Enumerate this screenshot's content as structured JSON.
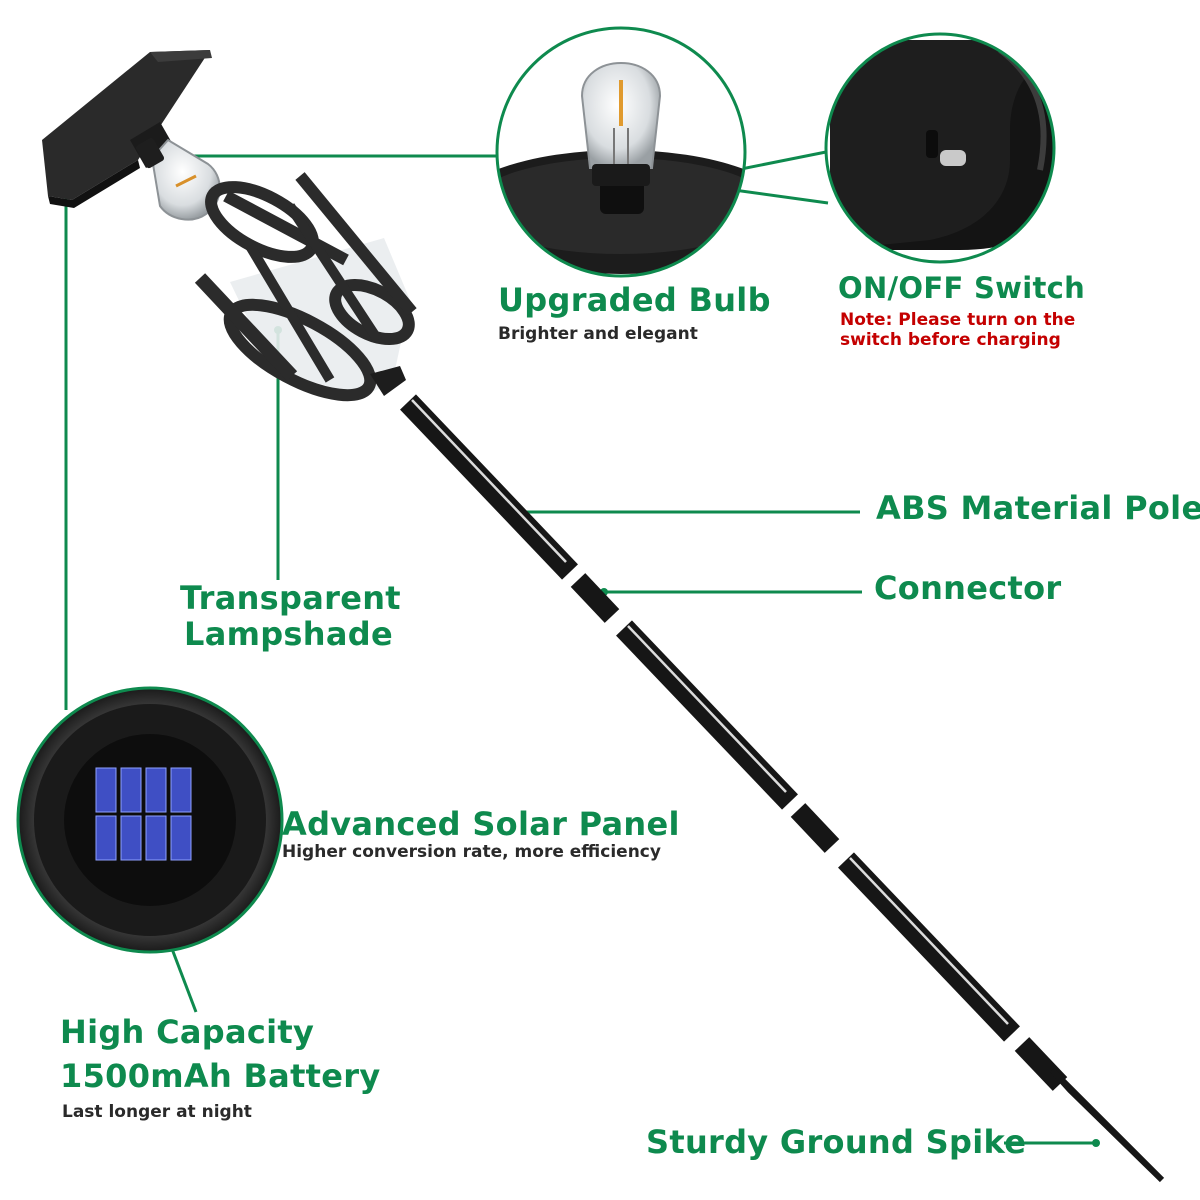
{
  "colors": {
    "accent_green": "#0e8a4e",
    "note_red": "#c40000",
    "product_dark": "#1c1c1c",
    "solar_blue": "#3f4fc4",
    "background": "#ffffff"
  },
  "icons": [
    "solar-light-illustration",
    "bulb-closeup",
    "switch-closeup",
    "solar-panel-closeup"
  ],
  "labels": {
    "bulb": {
      "title": "Upgraded Bulb",
      "subtitle": "Brighter and elegant"
    },
    "switch": {
      "title": "ON/OFF Switch",
      "note_line1": "Note:  Please turn on the",
      "note_line2": "switch before charging"
    },
    "pole": {
      "title": "ABS Material Pole"
    },
    "connector": {
      "title": "Connector"
    },
    "lampshade": {
      "line1": "Transparent",
      "line2": "Lampshade"
    },
    "solar": {
      "title": "Advanced Solar Panel",
      "subtitle": "Higher conversion rate, more efficiency"
    },
    "battery": {
      "line1": "High Capacity",
      "line2": "1500mAh Battery",
      "subtitle": "Last longer at night"
    },
    "spike": {
      "title": "Sturdy Ground Spike"
    }
  }
}
